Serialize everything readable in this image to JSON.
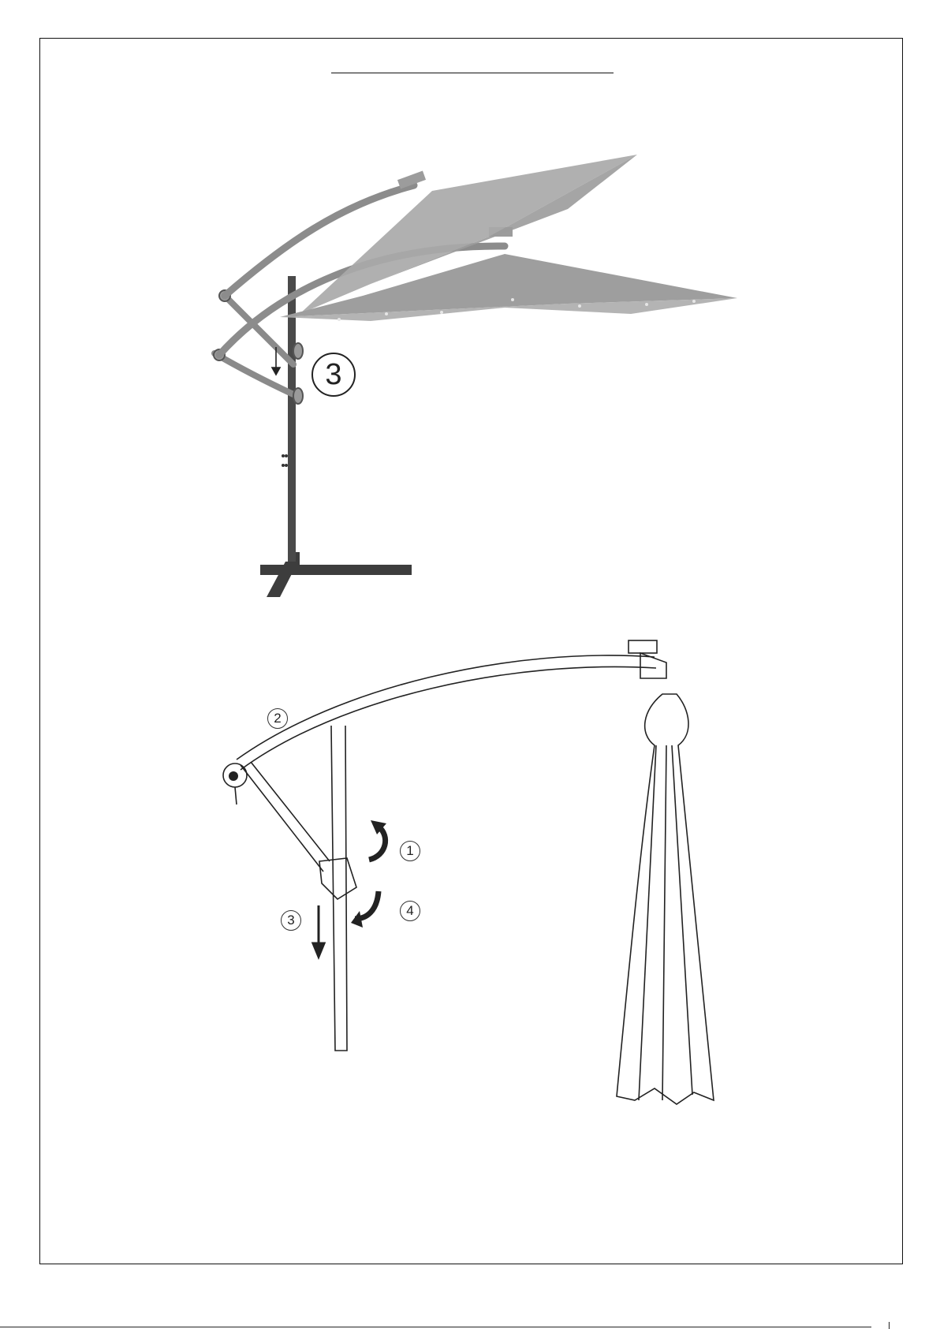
{
  "page": {
    "heading": ""
  },
  "figure_top": {
    "step_number": "3"
  },
  "figure_bottom": {
    "steps": [
      "1",
      "2",
      "3",
      "4"
    ]
  }
}
